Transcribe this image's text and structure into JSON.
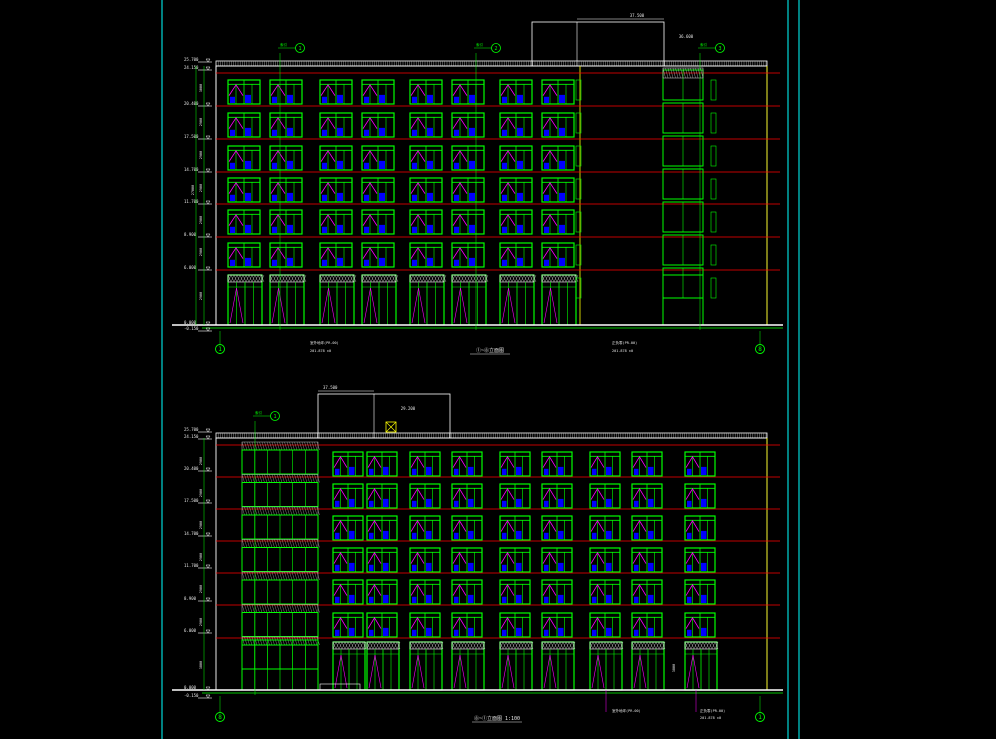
{
  "sheet": {
    "background": "#000000",
    "frame_color": "#00d7d7"
  },
  "palette": {
    "window_green": "#00ff00",
    "glass_blue": "#0000ff",
    "opening_magenta": "#ff00ff",
    "floor_red": "#ff0000",
    "outline_white": "#ffffff",
    "text_white": "#e6e6e6",
    "parapet_grey": "#bdbdbd",
    "edge_yellow": "#ffff00"
  },
  "top_elevation": {
    "title": "①~⑧立面图",
    "roof_mark": "37.500",
    "roof_right_mark": "36.600",
    "grid_left": "1",
    "grid_right": "8",
    "callouts": [
      "1",
      "2",
      "3"
    ],
    "callout_text": "索引",
    "level_labels": [
      "25.700",
      "24.150",
      "20.400",
      "17.500",
      "14.700",
      "11.700",
      "8.900",
      "6.000",
      "0.000",
      "-0.150"
    ],
    "dim_labels": [
      "3000",
      "2900",
      "2900",
      "2900",
      "2900",
      "2900",
      "2900",
      "3800",
      "27000"
    ],
    "bottom_notes": [
      "室外地坪(PR-00)",
      "正负零(PR-00)"
    ],
    "bottom_note_sub": [
      "201.878 ±0",
      "201.878 ±0"
    ]
  },
  "bottom_elevation": {
    "title": "⑧~①立面图 1:100",
    "roof_mark": "37.500",
    "roof_right_mark": "29.200",
    "grid_left": "8",
    "grid_right": "1",
    "callouts": [
      "1"
    ],
    "callout_text": "索引",
    "level_labels": [
      "25.700",
      "24.150",
      "20.400",
      "17.500",
      "14.700",
      "11.700",
      "8.900",
      "6.000",
      "0.000",
      "-0.150"
    ],
    "dim_labels": [
      "2900",
      "2900",
      "2900",
      "2900",
      "2900",
      "2900",
      "3800"
    ],
    "bottom_notes": [
      "室外地坪(PR-00)",
      "正负零(PR-00)"
    ],
    "bottom_note_sub": [
      "201.878 ±0",
      "201.878 ±0"
    ]
  }
}
